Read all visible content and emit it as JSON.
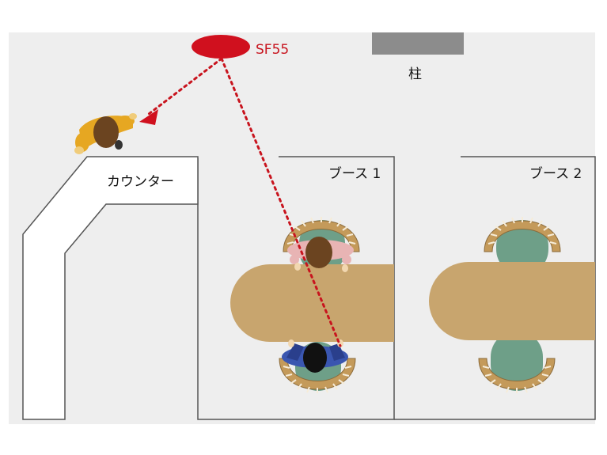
{
  "labels": {
    "sensor": "SF55",
    "pillar": "柱",
    "counter": "カウンター",
    "booth1": "ブース 1",
    "booth2": "ブース 2"
  },
  "colors": {
    "floor": "#eeeeee",
    "wall_fill": "#ffffff",
    "wall_line": "#555555",
    "pillar": "#8c8c8c",
    "table": "#c8a56e",
    "chair_frame": "#c49a5a",
    "cushion": "#6e9f88",
    "sensor": "#d0101e",
    "beam": "#c8141e",
    "person_counter": "#e6a722",
    "person_booth_top": "#e8b4b4",
    "person_booth_bottom": "#3a56b0",
    "hair_brown": "#6b4420",
    "hair_black": "#111111"
  },
  "icons": {
    "sensor": "motion-sensor-icon",
    "person": "person-topdown-icon",
    "chair": "chair-topdown-icon",
    "arrow": "arrowhead-icon"
  }
}
